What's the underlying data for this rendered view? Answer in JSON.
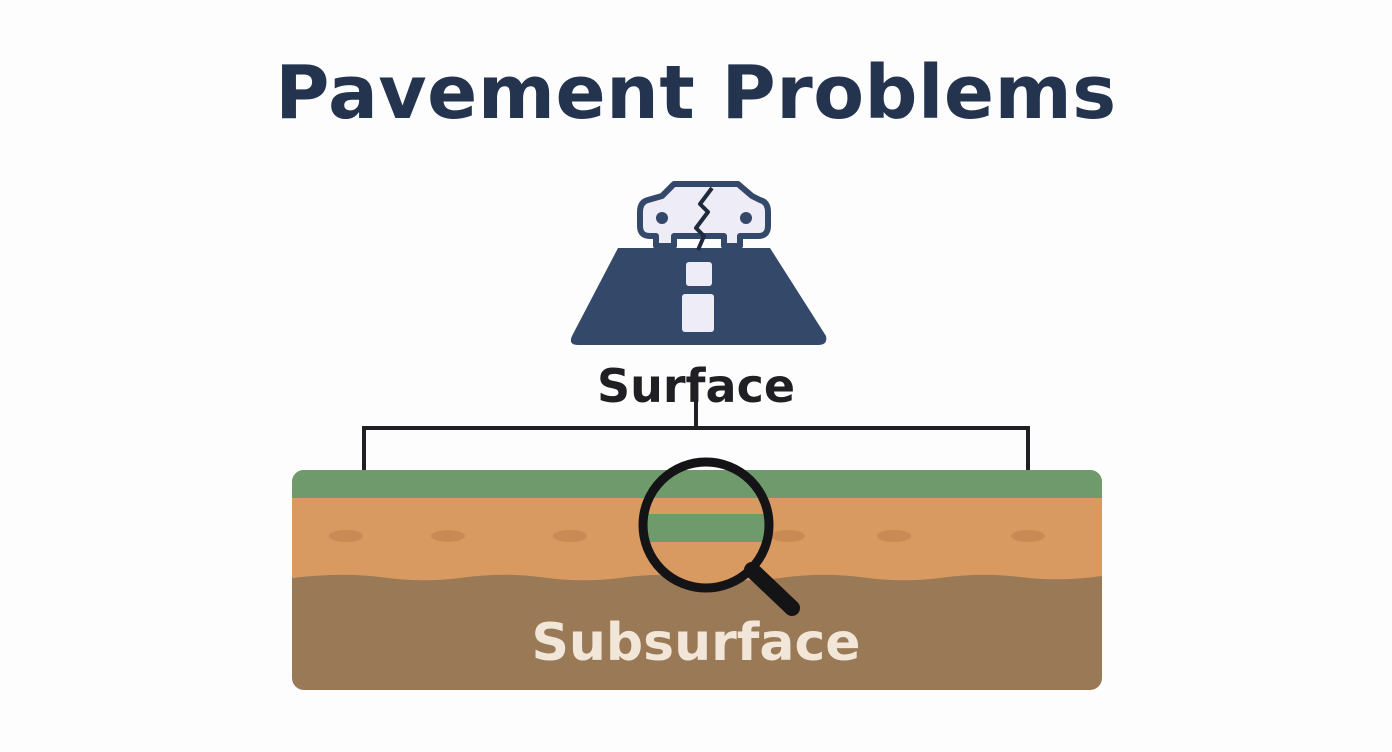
{
  "title": "Pavement Problems",
  "labels": {
    "surface": "Surface",
    "subsurface": "Subsurface"
  },
  "icons": {
    "top": "cracked-car-on-road-icon",
    "lens": "magnifying-glass-icon"
  },
  "colors": {
    "title": "#24344f",
    "road": "#34496a",
    "car_fill": "#eeecf6",
    "grass": "#6f9a6c",
    "topsoil": "#d99a62",
    "subsoil": "#9a7a56",
    "subsurface_text": "#f2e6d8",
    "bracket": "#1f1f24"
  }
}
